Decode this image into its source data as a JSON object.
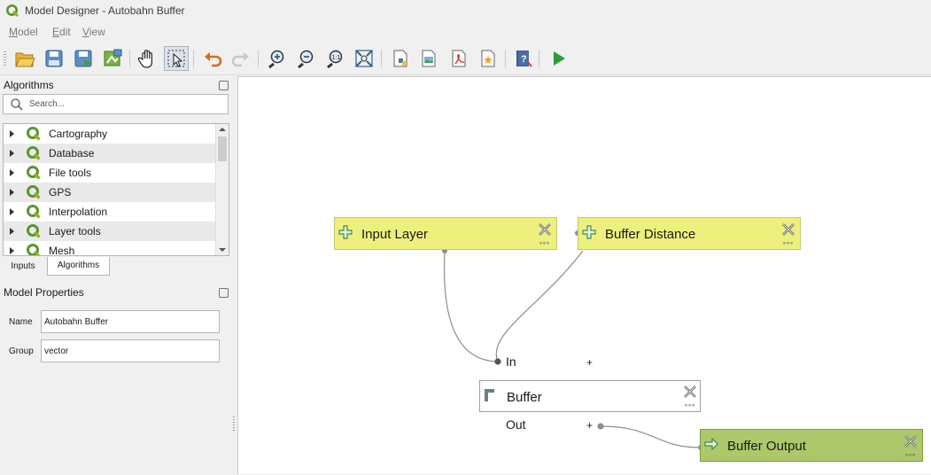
{
  "window": {
    "title": "Model Designer - Autobahn Buffer"
  },
  "menu": {
    "items": [
      "Model",
      "Edit",
      "View"
    ]
  },
  "toolbar": {
    "buttons": [
      "open-model-icon",
      "save-model-icon",
      "save-as-icon",
      "save-in-project-icon",
      "pan-icon",
      "select-icon",
      "undo-icon",
      "redo-icon",
      "zoom-in-icon",
      "zoom-out-icon",
      "zoom-actual-icon",
      "zoom-full-icon",
      "export-python-icon",
      "export-image-icon",
      "export-pdf-icon",
      "export-svg-icon",
      "help-icon",
      "run-model-icon"
    ]
  },
  "algorithms_panel": {
    "title": "Algorithms",
    "search_placeholder": "Search...",
    "items": [
      "Cartography",
      "Database",
      "File tools",
      "GPS",
      "Interpolation",
      "Layer tools",
      "Mesh"
    ]
  },
  "tabs": [
    "Inputs",
    "Algorithms"
  ],
  "model_properties": {
    "title": "Model Properties",
    "name_label": "Name",
    "name_value": "Autobahn Buffer",
    "group_label": "Group",
    "group_value": "vector"
  },
  "canvas": {
    "input_layer": "Input Layer",
    "buffer_distance": "Buffer Distance",
    "in_label": "In",
    "plus": "+",
    "algorithm": "Buffer",
    "out_label": "Out",
    "output": "Buffer Output",
    "dots": "∘∘∘",
    "colors": {
      "input_fill": "#eef07e",
      "input_border": "#c6c86a",
      "output_fill": "#acc86a",
      "output_border": "#7f9a42",
      "algo_fill": "#ffffff",
      "algo_border": "#a0a0a0"
    }
  }
}
